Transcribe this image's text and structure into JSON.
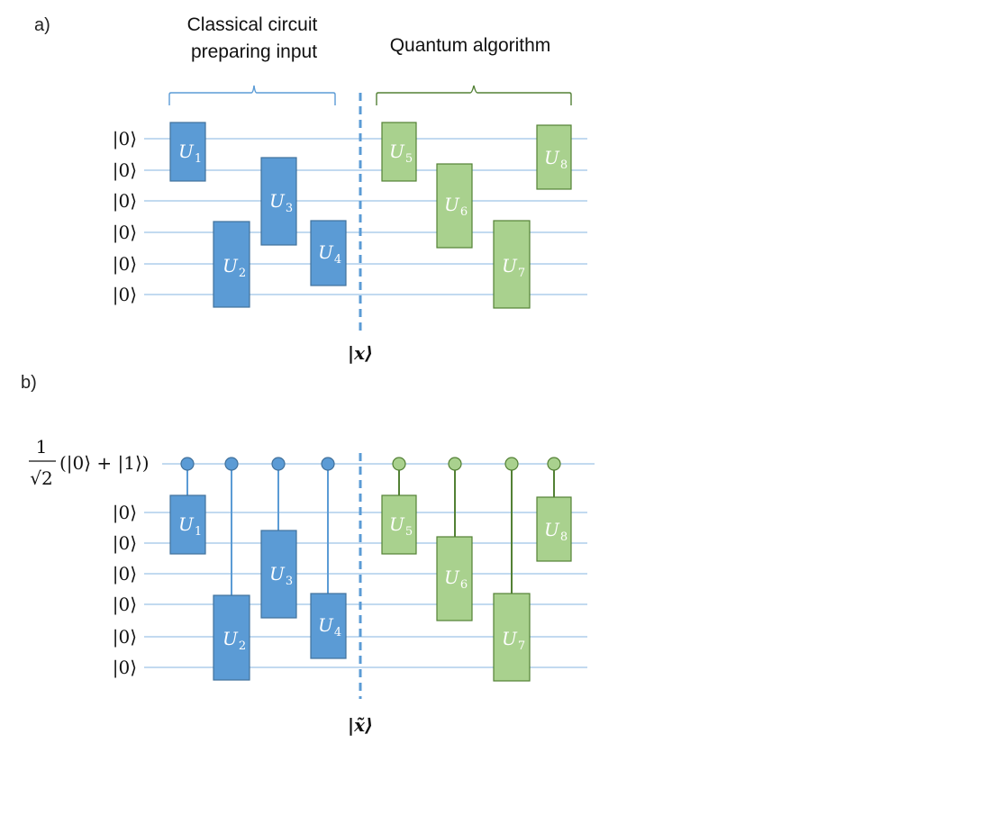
{
  "panel_a": {
    "label": "a)",
    "header_left_line1": "Classical circuit",
    "header_left_line2": "preparing input",
    "header_right": "Quantum algorithm",
    "qubit_labels": [
      "|0⟩",
      "|0⟩",
      "|0⟩",
      "|0⟩",
      "|0⟩",
      "|0⟩"
    ],
    "state_label": "|x⟩",
    "gates": [
      {
        "name": "U",
        "sub": "1",
        "group": "classical"
      },
      {
        "name": "U",
        "sub": "2",
        "group": "classical"
      },
      {
        "name": "U",
        "sub": "3",
        "group": "classical"
      },
      {
        "name": "U",
        "sub": "4",
        "group": "classical"
      },
      {
        "name": "U",
        "sub": "5",
        "group": "quantum"
      },
      {
        "name": "U",
        "sub": "6",
        "group": "quantum"
      },
      {
        "name": "U",
        "sub": "7",
        "group": "quantum"
      },
      {
        "name": "U",
        "sub": "8",
        "group": "quantum"
      }
    ]
  },
  "panel_b": {
    "label": "b)",
    "control_state": {
      "numerator": "1",
      "denominator": "√2",
      "expression": "(|0⟩ + |1⟩)"
    },
    "qubit_labels": [
      "|0⟩",
      "|0⟩",
      "|0⟩",
      "|0⟩",
      "|0⟩",
      "|0⟩"
    ],
    "state_label": "|x̃⟩",
    "gates": [
      {
        "name": "U",
        "sub": "1",
        "group": "classical"
      },
      {
        "name": "U",
        "sub": "2",
        "group": "classical"
      },
      {
        "name": "U",
        "sub": "3",
        "group": "classical"
      },
      {
        "name": "U",
        "sub": "4",
        "group": "classical"
      },
      {
        "name": "U",
        "sub": "5",
        "group": "quantum"
      },
      {
        "name": "U",
        "sub": "6",
        "group": "quantum"
      },
      {
        "name": "U",
        "sub": "7",
        "group": "quantum"
      },
      {
        "name": "U",
        "sub": "8",
        "group": "quantum"
      }
    ]
  },
  "colors": {
    "classical_gate": "#5b9bd5",
    "quantum_gate": "#a9d18e",
    "wire": "#9dc3e6",
    "divider": "#5b9bd5"
  }
}
